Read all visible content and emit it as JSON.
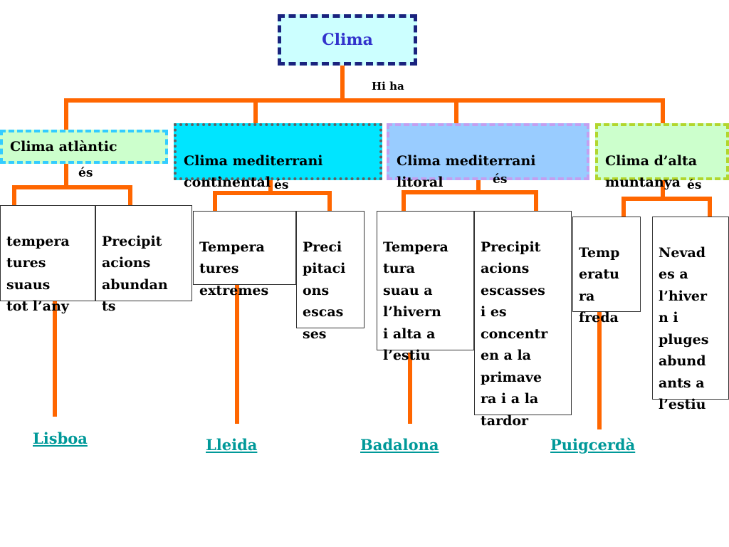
{
  "root": {
    "label": "Clima"
  },
  "connector_label": "Hi ha",
  "categories": [
    {
      "label": "Clima atlàntic",
      "es": "és",
      "traits": [
        "tempera\ntures\nsuaus\ntot l’any",
        "Precipit\nacions\nabundan\nts"
      ],
      "city": "Lisboa"
    },
    {
      "label": "Clima mediterrani\ncontinental",
      "es": "és",
      "traits": [
        "Tempera\ntures\nextremes",
        "Preci\npitaci\nons\nescas\nses"
      ],
      "city": "Lleida"
    },
    {
      "label": "Clima mediterrani\nlitoral",
      "es": "és",
      "traits": [
        "Tempera\ntura\nsuau a\nl’hivern\ni alta a\nl’estiu",
        "Precipit\nacions\nescasses\ni es\nconcentr\nen a la\nprimave\nra i a la\ntardor"
      ],
      "city": "Badalona"
    },
    {
      "label": "Clima d’alta\nmuntanya",
      "es": "és",
      "traits": [
        "Temp\neratu\nra\nfreda",
        "Nevad\nes a\nl’hiver\nn i\npluges\nabund\nants a\nl’estiu"
      ],
      "city": "Puigcerdà"
    }
  ],
  "colors": {
    "connector": "#ff6600",
    "root_fill": "#ccffff",
    "root_border": "#1a237e",
    "root_text": "#3333cc",
    "city_link": "#009999"
  }
}
